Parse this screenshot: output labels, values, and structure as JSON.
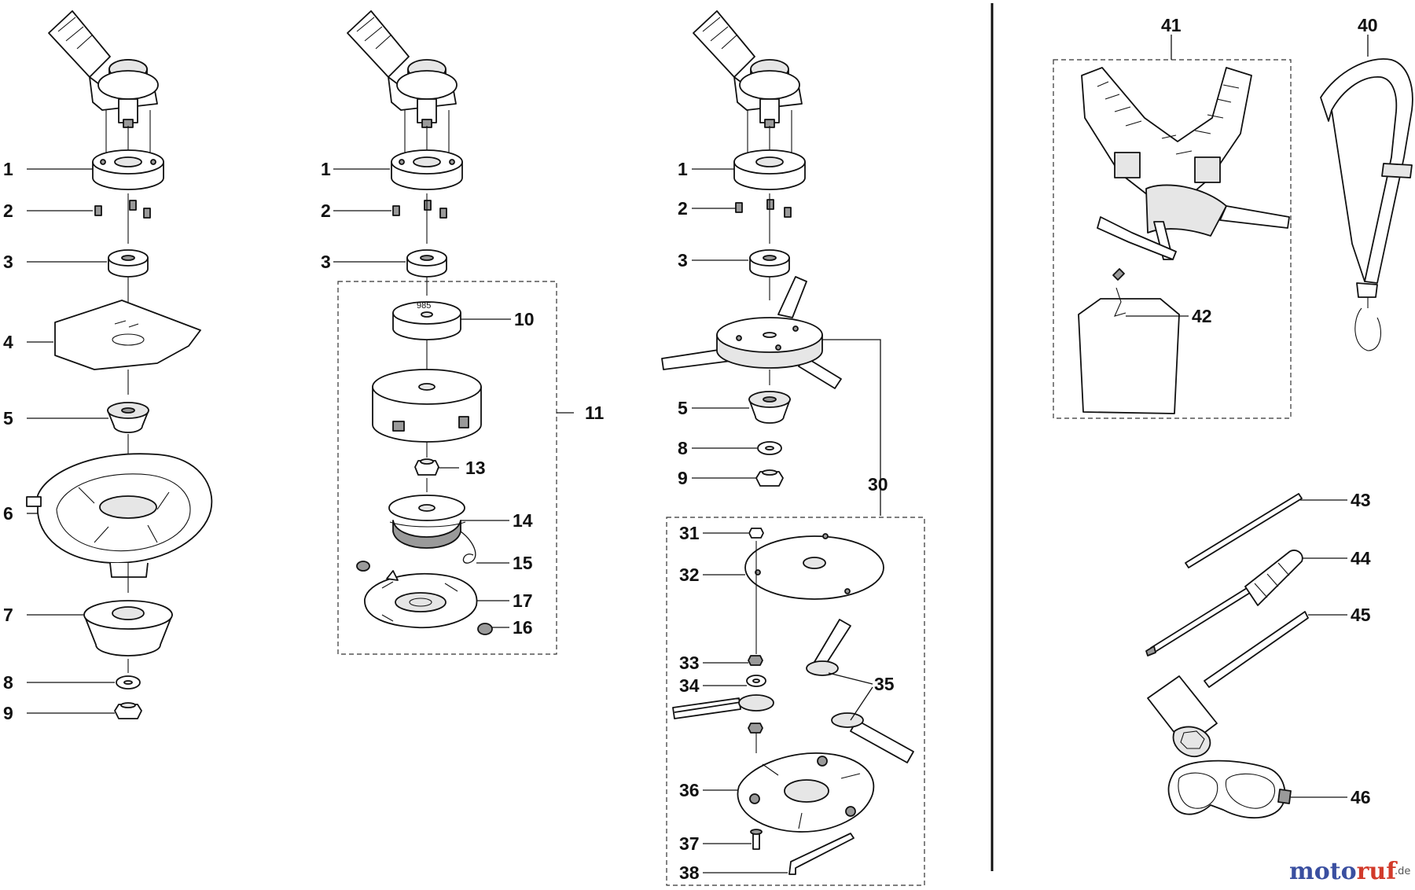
{
  "labels": [
    "1",
    "2",
    "3",
    "4",
    "5",
    "6",
    "7",
    "8",
    "9",
    "1",
    "2",
    "3",
    "10",
    "11",
    "13",
    "14",
    "15",
    "17",
    "16",
    "1",
    "2",
    "3",
    "30",
    "5",
    "8",
    "9",
    "31",
    "32",
    "33",
    "34",
    "35",
    "36",
    "37",
    "38",
    "41",
    "40",
    "42",
    "43",
    "44",
    "45",
    "46"
  ],
  "part_stamp": "985",
  "watermark": {
    "brand": "moto",
    "accent": "ruf",
    "suffix": ".de"
  },
  "colors": {
    "ink": "#111111",
    "watermark_blue": "#3a4fa0",
    "watermark_red": "#d23a2a",
    "watermark_accent": "#e07b1f"
  }
}
